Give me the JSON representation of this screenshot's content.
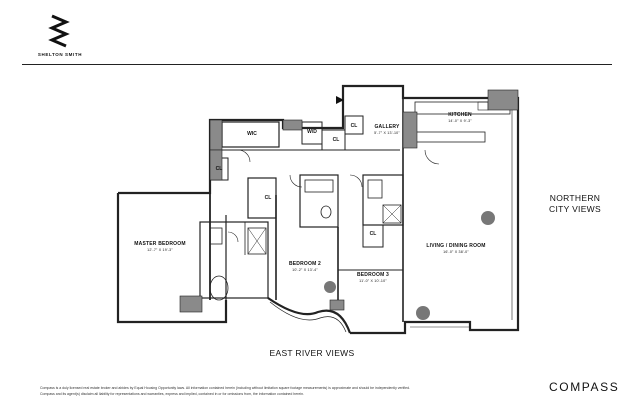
{
  "brand": {
    "logo_text": "SHELTON SMITH",
    "footer_logo": "COMPASS"
  },
  "rooms": {
    "wic": "WIC",
    "wd": "W/D",
    "cl": "CL",
    "gallery": {
      "name": "GALLERY",
      "dims": "5'-7\" X 13'-10\""
    },
    "kitchen": {
      "name": "KITCHEN",
      "dims": "14'-0\" X 9'-3\""
    },
    "master": {
      "name": "MASTER BEDROOM",
      "dims": "12'-7\" X 19'-3\""
    },
    "bedroom2": {
      "name": "BEDROOM 2",
      "dims": "10'-2\" X 13'-4\""
    },
    "bedroom3": {
      "name": "BEDROOM 3",
      "dims": "11'-0\" X 10'-10\""
    },
    "living": {
      "name": "LIVING / DINING ROOM",
      "dims": "16'-0\" X 38'-0\""
    }
  },
  "views": {
    "north_line1": "NORTHERN",
    "north_line2": "CITY VIEWS",
    "east": "EAST RIVER VIEWS"
  },
  "footer": {
    "line1": "Compass is a duly licensed real estate broker and abides by Equal Housing Opportunity laws. All information contained herein (including without limitation square footage measurements) is approximate and should be independently verified.",
    "line2": "Compass and its agent(s) disclaim all liability for representations and warranties, express and implied, contained in or for omissions from, the information contained herein."
  }
}
